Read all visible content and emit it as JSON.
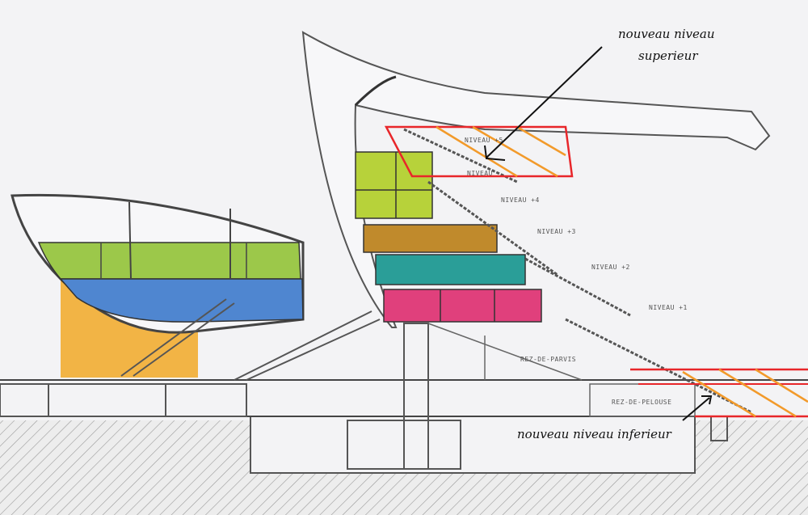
{
  "annotations": {
    "upper_line1": "nouveau niveau",
    "upper_line2": "superieur",
    "lower": "nouveau niveau inferieur"
  },
  "levels": {
    "n5": "NIVEAU +5",
    "n5b": "NIVEAU",
    "n4": "NIVEAU +4",
    "n3": "NIVEAU +3",
    "n2": "NIVEAU +2",
    "n1": "NIVEAU +1",
    "parvis": "REZ-DE-PARVIS",
    "pelouse": "REZ-DE-PELOUSE"
  },
  "colors": {
    "lime": "#b7d23a",
    "green": "#9cc84a",
    "blue": "#4f86d0",
    "orange": "#f2b445",
    "brown": "#c08a2c",
    "teal": "#2a9e98",
    "pink": "#e0407c",
    "new_level_outline": "#e8262a",
    "new_level_hatch": "#f29a2a"
  }
}
